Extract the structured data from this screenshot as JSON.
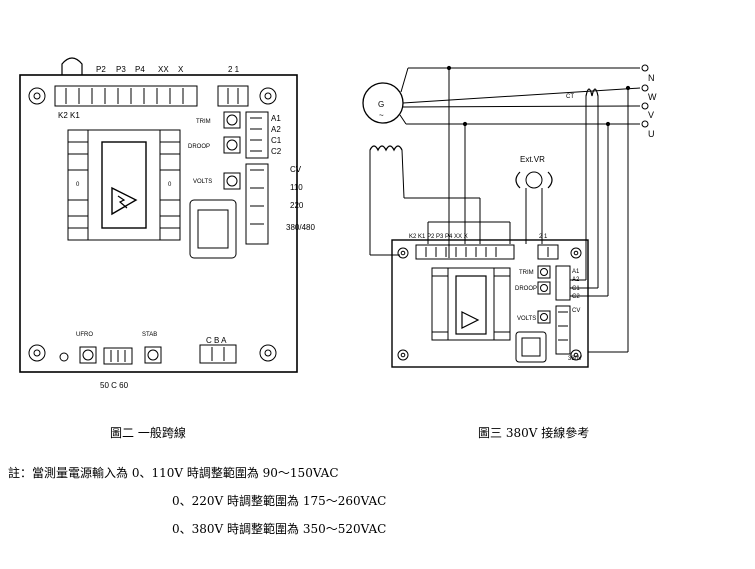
{
  "fig2": {
    "top_terminals": [
      "P2",
      "P3",
      "P4",
      "XX",
      "X"
    ],
    "top_right_terminals": "2  1",
    "k_labels": "K2 K1",
    "trim": "TRIM",
    "droop": "DROOP",
    "volts": "VOLTS",
    "a1": "A1",
    "a2": "A2",
    "c1": "C1",
    "c2": "C2",
    "cv": "CV",
    "v110": "110",
    "v220": "220",
    "v380": "380/480",
    "ufro": "UFRO",
    "stab": "STAB",
    "cba": "C  B  A",
    "freq": "50 C 60",
    "zero": "0",
    "caption": "圖二   一般跨線"
  },
  "fig3": {
    "phases": [
      "N",
      "W",
      "V",
      "U"
    ],
    "gen": "G",
    "gen_sub": "~",
    "ct": "CT",
    "ext_vr": "Ext.VR",
    "top_terminals": "K2  K1  P2  P3  P4  XX  X",
    "top_right_terminals": "2  1",
    "trim": "TRIM",
    "droop": "DROOP",
    "volts": "VOLTS",
    "a1": "A1",
    "a2": "A2",
    "c1": "C1",
    "c2": "C2",
    "cv": "CV",
    "v380": "380V",
    "caption": "圖三   380V 接線參考"
  },
  "notes": {
    "line1": "註：當測量電源輸入為 0、110V 時調整範圍為 90～150VAC",
    "line2": "0、220V 時調整範圍為 175～260VAC",
    "line3": "0、380V 時調整範圍為 350～520VAC"
  }
}
